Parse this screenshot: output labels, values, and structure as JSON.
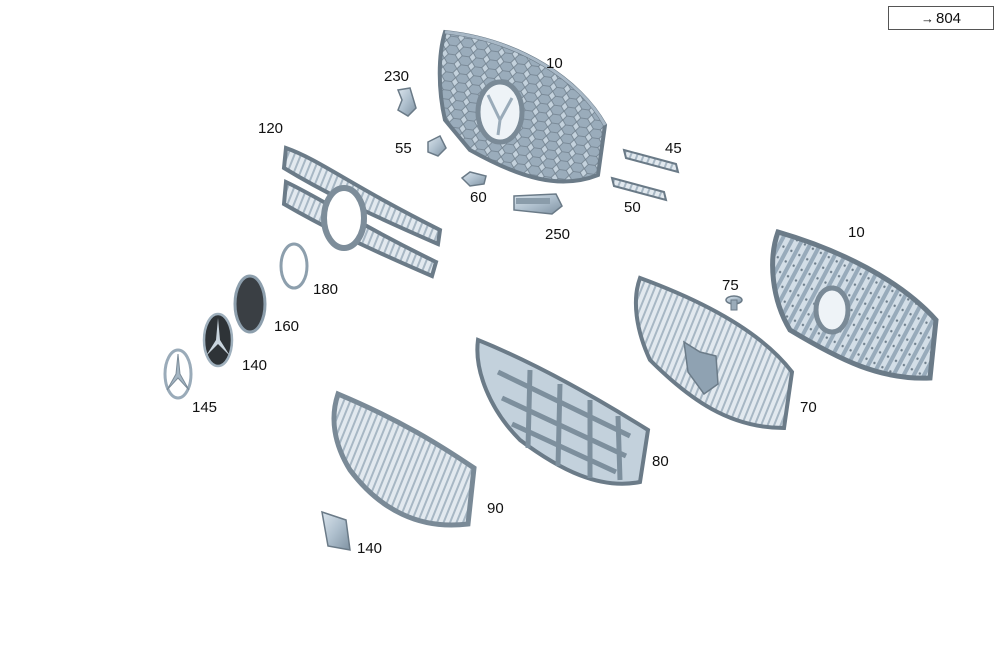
{
  "reference": {
    "arrow": "→",
    "label": "804"
  },
  "callouts": [
    {
      "id": "c10a",
      "text": "10"
    },
    {
      "id": "c230",
      "text": "230"
    },
    {
      "id": "c120",
      "text": "120"
    },
    {
      "id": "c55",
      "text": "55"
    },
    {
      "id": "c45",
      "text": "45"
    },
    {
      "id": "c60",
      "text": "60"
    },
    {
      "id": "c250",
      "text": "250"
    },
    {
      "id": "c50",
      "text": "50"
    },
    {
      "id": "c10b",
      "text": "10"
    },
    {
      "id": "c180",
      "text": "180"
    },
    {
      "id": "c75",
      "text": "75"
    },
    {
      "id": "c160",
      "text": "160"
    },
    {
      "id": "c140a",
      "text": "140"
    },
    {
      "id": "c145",
      "text": "145"
    },
    {
      "id": "c70",
      "text": "70"
    },
    {
      "id": "c80",
      "text": "80"
    },
    {
      "id": "c90",
      "text": "90"
    },
    {
      "id": "c140b",
      "text": "140"
    }
  ],
  "colors": {
    "part_fill": "#b6c6d3",
    "part_shade": "#8fa2b2",
    "part_dark": "#5f6e7a",
    "part_light": "#dbe5ed",
    "badge_dark": "#2b2f33"
  }
}
